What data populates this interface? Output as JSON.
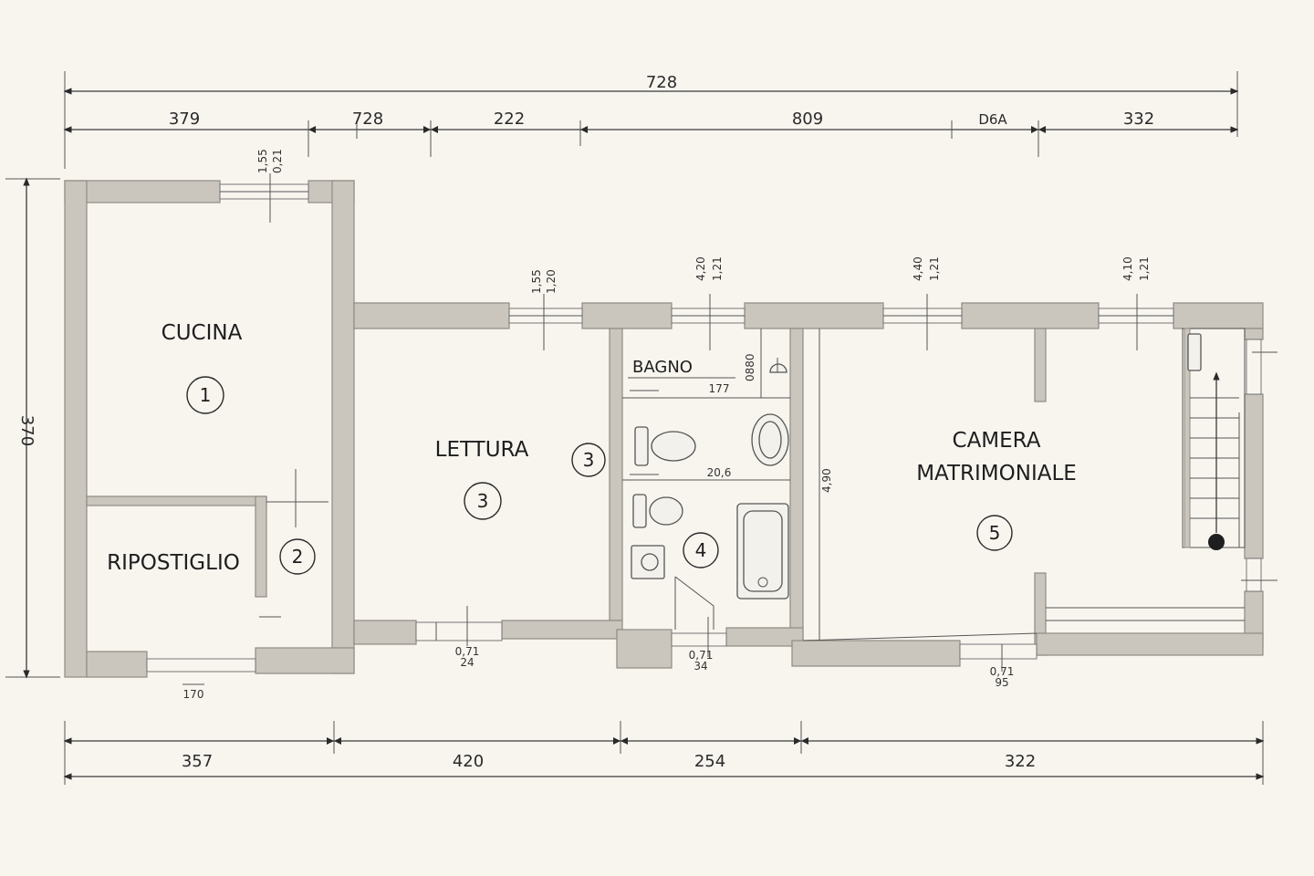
{
  "dimensions": {
    "top_total": "728",
    "top_segments": [
      "379",
      "728",
      "222",
      "809",
      "D6A",
      "332"
    ],
    "left_height": "370",
    "bottom_segments": [
      "357",
      "420",
      "254",
      "322"
    ],
    "window_marks": [
      {
        "a": "1,55",
        "b": "0,21"
      },
      {
        "a": "1,55",
        "b": "1,20"
      },
      {
        "a": "4,20",
        "b": "1,21"
      },
      {
        "a": "4,40",
        "b": "1,21"
      },
      {
        "a": "4,10",
        "b": "1,21"
      }
    ],
    "door_marks": [
      {
        "a": "0,71",
        "b": "24"
      },
      {
        "a": "0,71",
        "b": "34"
      },
      {
        "a": "0,71",
        "b": "95"
      }
    ],
    "misc": [
      "170",
      "177",
      "20,6",
      "0880",
      "4,90"
    ]
  },
  "rooms": {
    "cucina": {
      "label": "CUCINA",
      "number": "1"
    },
    "ripostiglio": {
      "label": "RIPOSTIGLIO",
      "number": "2"
    },
    "lettura": {
      "label": "LETTURA",
      "number": "3",
      "number_alt": "3"
    },
    "bagno": {
      "label": "BAGNO",
      "number": "4"
    },
    "camera": {
      "label_line1": "CAMERA",
      "label_line2": "MATRIMONIALE",
      "number": "5"
    }
  },
  "colors": {
    "background": "#f8f5ef",
    "wall_fill": "#cbc6bd",
    "line": "#3a3a3a"
  }
}
